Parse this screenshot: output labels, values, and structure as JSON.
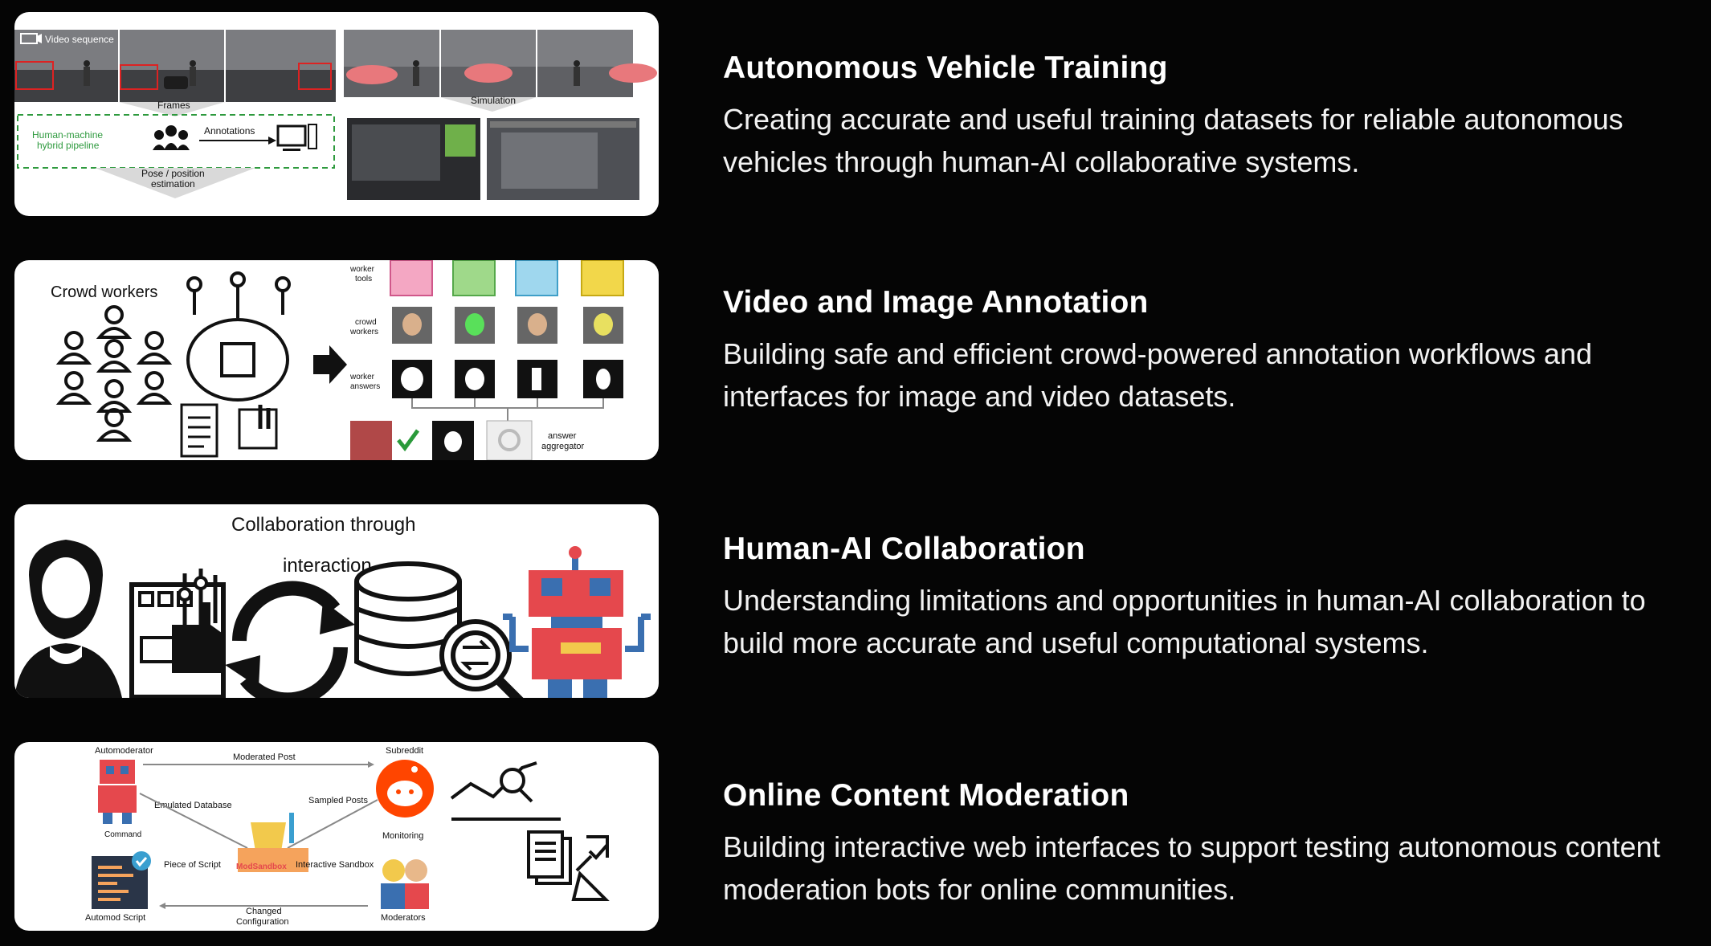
{
  "sections": [
    {
      "title": "Autonomous Vehicle Training",
      "description": "Creating accurate and useful training datasets for reliable autonomous vehicles through human-AI collaborative systems.",
      "figure_labels": {
        "video_sequence": "Video sequence",
        "frames": "Frames",
        "simulation": "Simulation",
        "pipeline_line1": "Human-machine",
        "pipeline_line2": "hybrid pipeline",
        "annotations": "Annotations",
        "pose_line1": "Pose / position",
        "pose_line2": "estimation"
      }
    },
    {
      "title": "Video and Image Annotation",
      "description": "Building safe and efficient crowd-powered annotation workflows and interfaces for image and video datasets.",
      "figure_labels": {
        "crowd_workers": "Crowd workers",
        "worker_tools_1": "worker",
        "worker_tools_2": "tools",
        "crowd_workers_1": "crowd",
        "crowd_workers_2": "workers",
        "worker_answers_1": "worker",
        "worker_answers_2": "answers",
        "aggregator_1": "answer",
        "aggregator_2": "aggregator"
      }
    },
    {
      "title": "Human-AI Collaboration",
      "description": "Understanding limitations and opportunities in human-AI collaboration to build more accurate and useful computational systems.",
      "figure_labels": {
        "line1": "Collaboration through",
        "line2": "interaction"
      }
    },
    {
      "title": "Online Content Moderation",
      "description": "Building interactive web interfaces to support testing autonomous content moderation bots for online communities.",
      "figure_labels": {
        "automoderator": "Automoderator",
        "moderated_post": "Moderated Post",
        "subreddit": "Subreddit",
        "emulated_database": "Emulated Database",
        "sampled_posts": "Sampled Posts",
        "command": "Command",
        "monitoring": "Monitoring",
        "piece_of_script": "Piece of Script",
        "modsandbox": "ModSandbox",
        "interactive_sandbox": "Interactive Sandbox",
        "automod_script": "Automod Script",
        "changed_1": "Changed",
        "changed_2": "Configuration",
        "moderators": "Moderators"
      }
    }
  ],
  "colors": {
    "background": "#050505",
    "card": "#ffffff",
    "pipeline_green": "#2e9a3e",
    "vehicle_pink": "#e8787c",
    "annotation_pink": "#f4a7c3",
    "annotation_green": "#9fd98a",
    "annotation_blue": "#9fd7ee",
    "annotation_yellow": "#f2d74a",
    "robot_red": "#e5484d",
    "robot_blue": "#3a6fb0",
    "reddit_orange": "#ff4500"
  }
}
